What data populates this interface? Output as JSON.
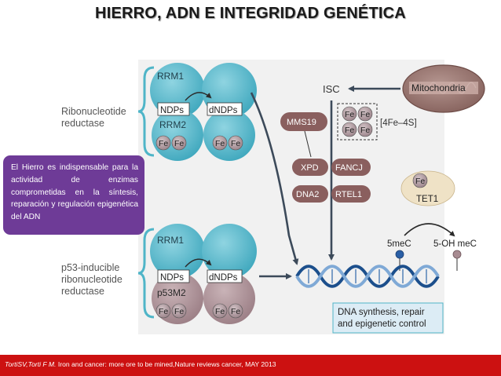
{
  "title": "HIERRO, ADN E INTEGRIDAD GENÉTICA",
  "diagram": {
    "ribonucleotide_reductase_label": [
      "Ribonucleotide",
      "reductase"
    ],
    "p53_reductase_label": [
      "p53-inducible",
      "ribonucleotide",
      "reductase"
    ],
    "rrm1": "RRM1",
    "rrm2": "RRM2",
    "p53m2": "p53M2",
    "ndps": "NDPs",
    "dndps": "dNDPs",
    "fe": "Fe",
    "isc": "ISC",
    "mitochondria": "Mitochondria",
    "mms19": "MMS19",
    "fe_cluster_label": "[4Fe–4S]",
    "xpd": "XPD",
    "fancj": "FANCJ",
    "dna2": "DNA2",
    "rtel1": "RTEL1",
    "tet1": "TET1",
    "five_mec": "5meC",
    "five_oh_mec": "5-OH meC",
    "dna_box_label": [
      "DNA synthesis, repair",
      "and epigenetic control"
    ]
  },
  "callout": {
    "text": "El Hierro es indispensable para la actividad de enzimas comprometidas en la síntesis, reparación y regulación epigenética del ADN"
  },
  "footer": {
    "authors": "TortiSV,Torti F M.",
    "citation": " Iron and cancer: more ore to be mined,Nature reviews cancer, MAY 2013"
  },
  "colors": {
    "teal": "#4fb5c8",
    "mauve": "#a88c92",
    "callout_purple": "#6e3b97",
    "footer_red": "#cc1111",
    "dna_blue": "#1c4f8c"
  }
}
